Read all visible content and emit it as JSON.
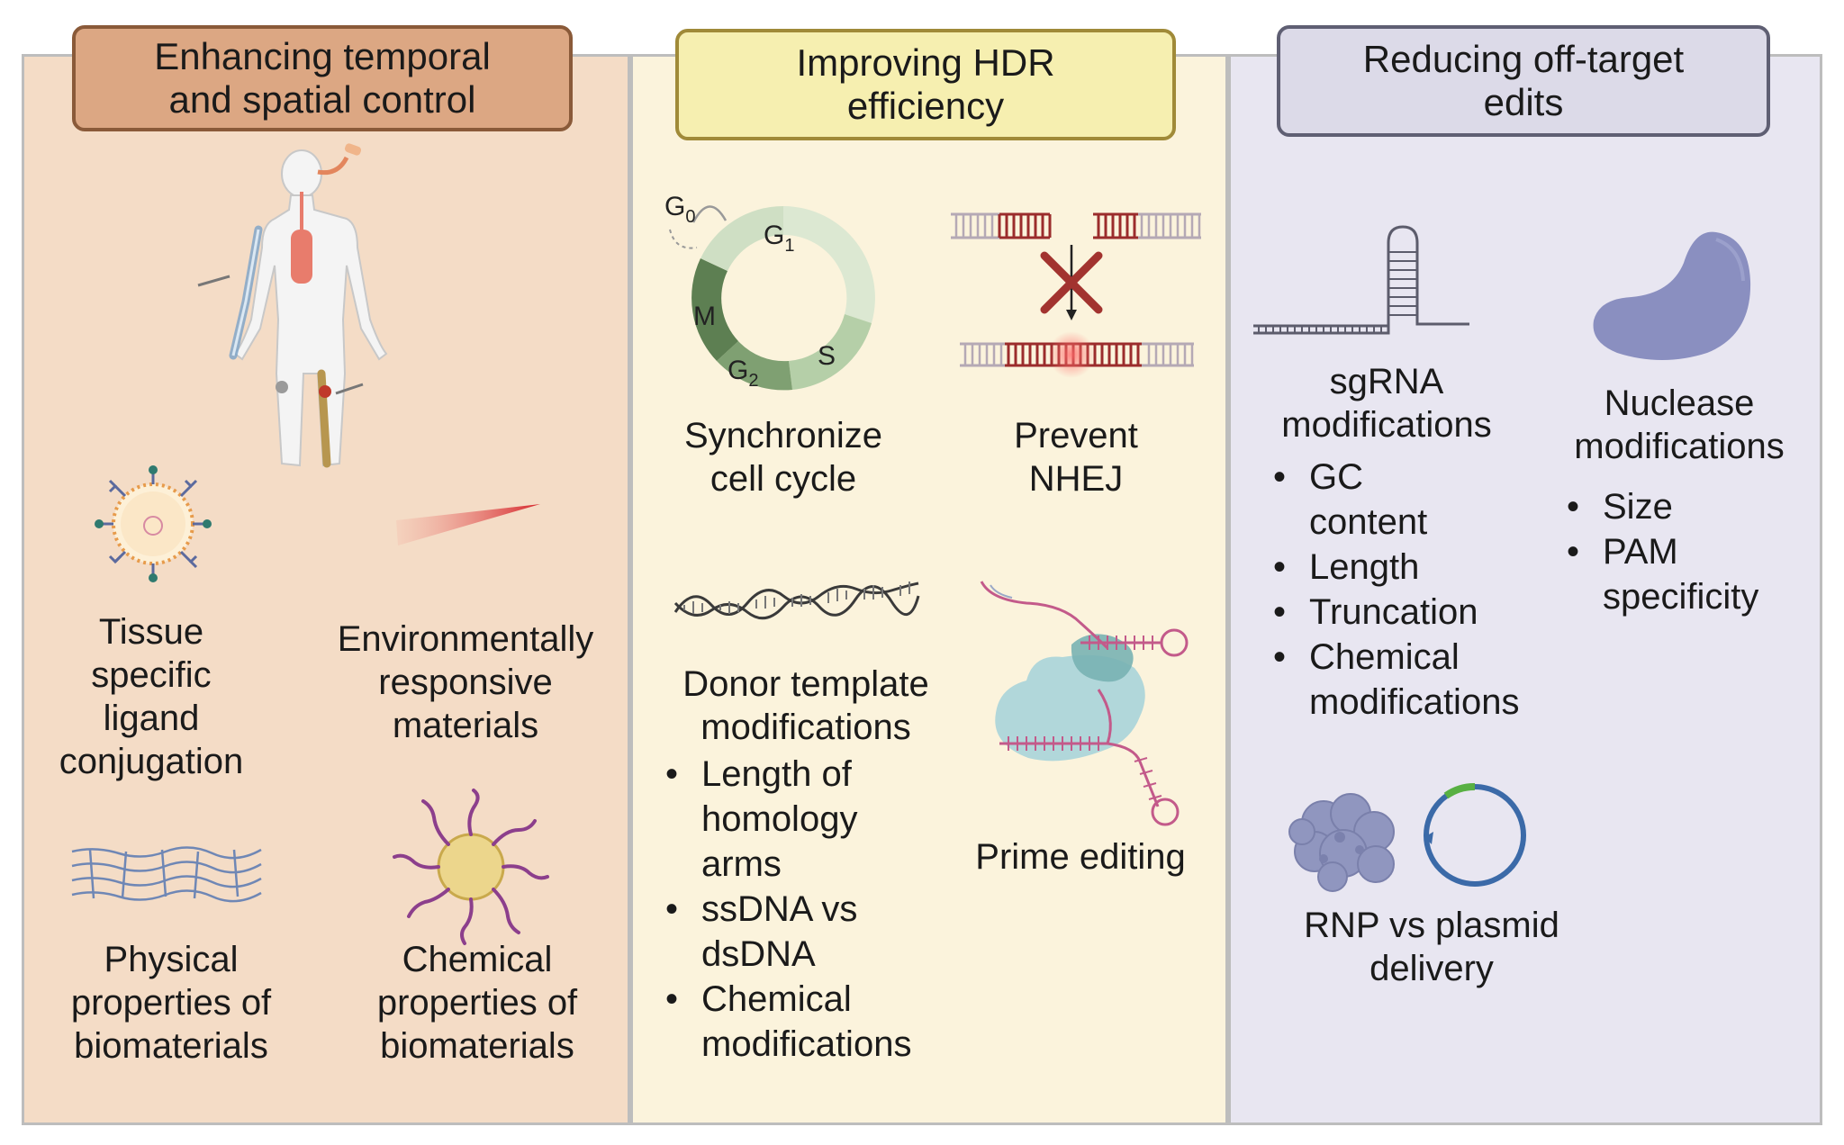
{
  "panels": [
    {
      "title": "Enhancing temporal\nand spatial control",
      "items": {
        "tissue": "Tissue\nspecific\nligand\nconjugation",
        "environment": "Environmentally\nresponsive\nmaterials",
        "physical": "Physical\nproperties of\nbiomaterials",
        "chemical": "Chemical\nproperties of\nbiomaterials"
      }
    },
    {
      "title": "Improving HDR\nefficiency",
      "items": {
        "sync": "Synchronize\ncell cycle",
        "nhej": "Prevent\nNHEJ",
        "donor": "Donor template\nmodifications",
        "donor_bullets": [
          "Length of\nhomology\narms",
          "ssDNA vs\ndsDNA",
          "Chemical\nmodifications"
        ],
        "prime": "Prime editing"
      },
      "cell_cycle_phases": [
        "G0",
        "G1",
        "S",
        "G2",
        "M"
      ]
    },
    {
      "title": "Reducing off-target\nedits",
      "items": {
        "sgrna": "sgRNA\nmodifications",
        "sgrna_bullets": [
          "GC\ncontent",
          "Length",
          "Truncation",
          "Chemical\nmodifications"
        ],
        "nuclease": "Nuclease\nmodifications",
        "nuclease_bullets": [
          "Size",
          "PAM\nspecificity"
        ],
        "rnp": "RNP vs plasmid\ndelivery"
      }
    }
  ],
  "colors": {
    "panel1_bg": "#f4dcc6",
    "panel2_bg": "#fbf3dc",
    "panel3_bg": "#e8e6f1",
    "dna_red": "#9b2c2c",
    "nuclease_purple": "#8a8fc0",
    "teal": "#a9d4d9"
  }
}
